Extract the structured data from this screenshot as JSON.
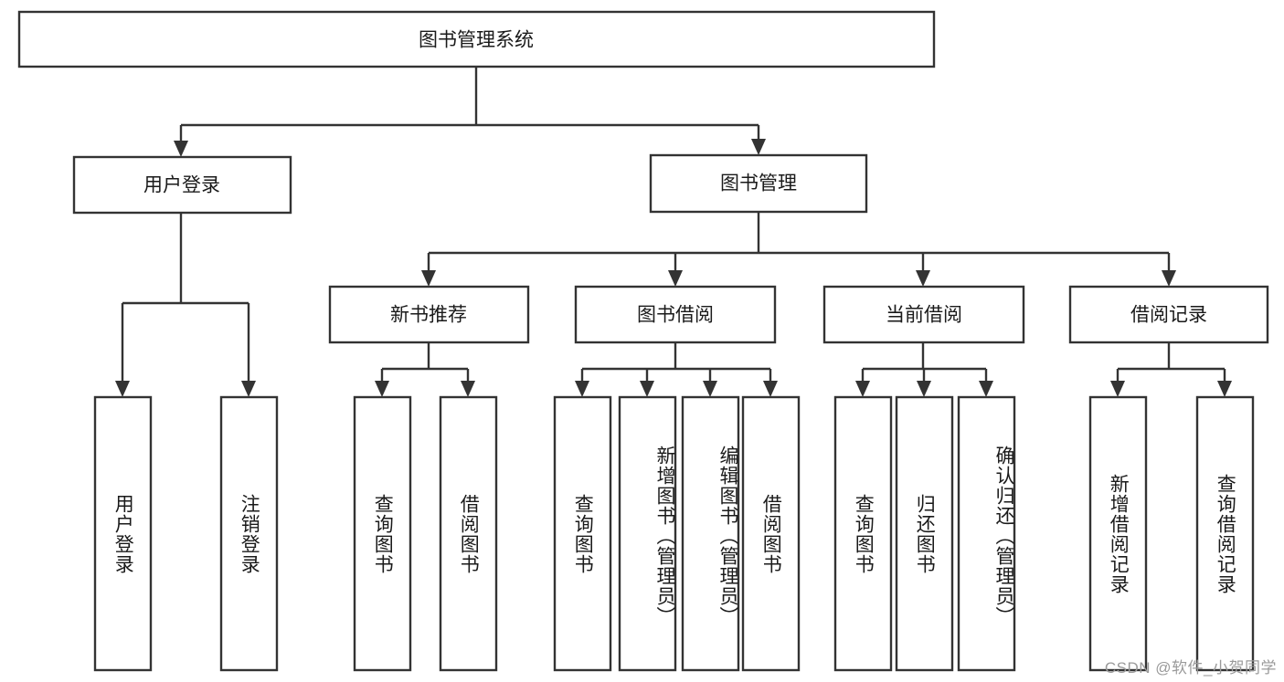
{
  "diagram": {
    "type": "tree-hierarchy-chart",
    "title": "图书管理系统",
    "root": {
      "label": "图书管理系统",
      "name": "node-root-system"
    },
    "level2": [
      {
        "label": "用户登录",
        "name": "node-user-login"
      },
      {
        "label": "图书管理",
        "name": "node-book-management"
      }
    ],
    "level3": [
      {
        "label": "新书推荐",
        "name": "node-new-book-recommend"
      },
      {
        "label": "图书借阅",
        "name": "node-book-borrow"
      },
      {
        "label": "当前借阅",
        "name": "node-current-borrow"
      },
      {
        "label": "借阅记录",
        "name": "node-borrow-record"
      }
    ],
    "leaves": {
      "user_login": [
        {
          "label": "用户登录",
          "name": "leaf-user-login"
        },
        {
          "label": "注销登录",
          "name": "leaf-logout"
        }
      ],
      "new_book_recommend": [
        {
          "label": "查询图书",
          "name": "leaf-query-book-1"
        },
        {
          "label": "借阅图书",
          "name": "leaf-borrow-book-1"
        }
      ],
      "book_borrow": [
        {
          "label": "查询图书",
          "name": "leaf-query-book-2"
        },
        {
          "label": "新增图书（管理员）",
          "name": "leaf-add-book-admin"
        },
        {
          "label": "编辑图书（管理员）",
          "name": "leaf-edit-book-admin"
        },
        {
          "label": "借阅图书",
          "name": "leaf-borrow-book-2"
        }
      ],
      "current_borrow": [
        {
          "label": "查询图书",
          "name": "leaf-query-book-3"
        },
        {
          "label": "归还图书",
          "name": "leaf-return-book"
        },
        {
          "label": "确认归还（管理员）",
          "name": "leaf-confirm-return-admin"
        }
      ],
      "borrow_record": [
        {
          "label": "新增借阅记录",
          "name": "leaf-add-borrow-record"
        },
        {
          "label": "查询借阅记录",
          "name": "leaf-query-borrow-record"
        }
      ]
    }
  },
  "watermark": {
    "text": "CSDN @软件_小贺同学"
  },
  "colors": {
    "stroke": "#333333",
    "fill": "#ffffff",
    "text": "#1a1a1a",
    "watermark": "#9a9a9a"
  }
}
